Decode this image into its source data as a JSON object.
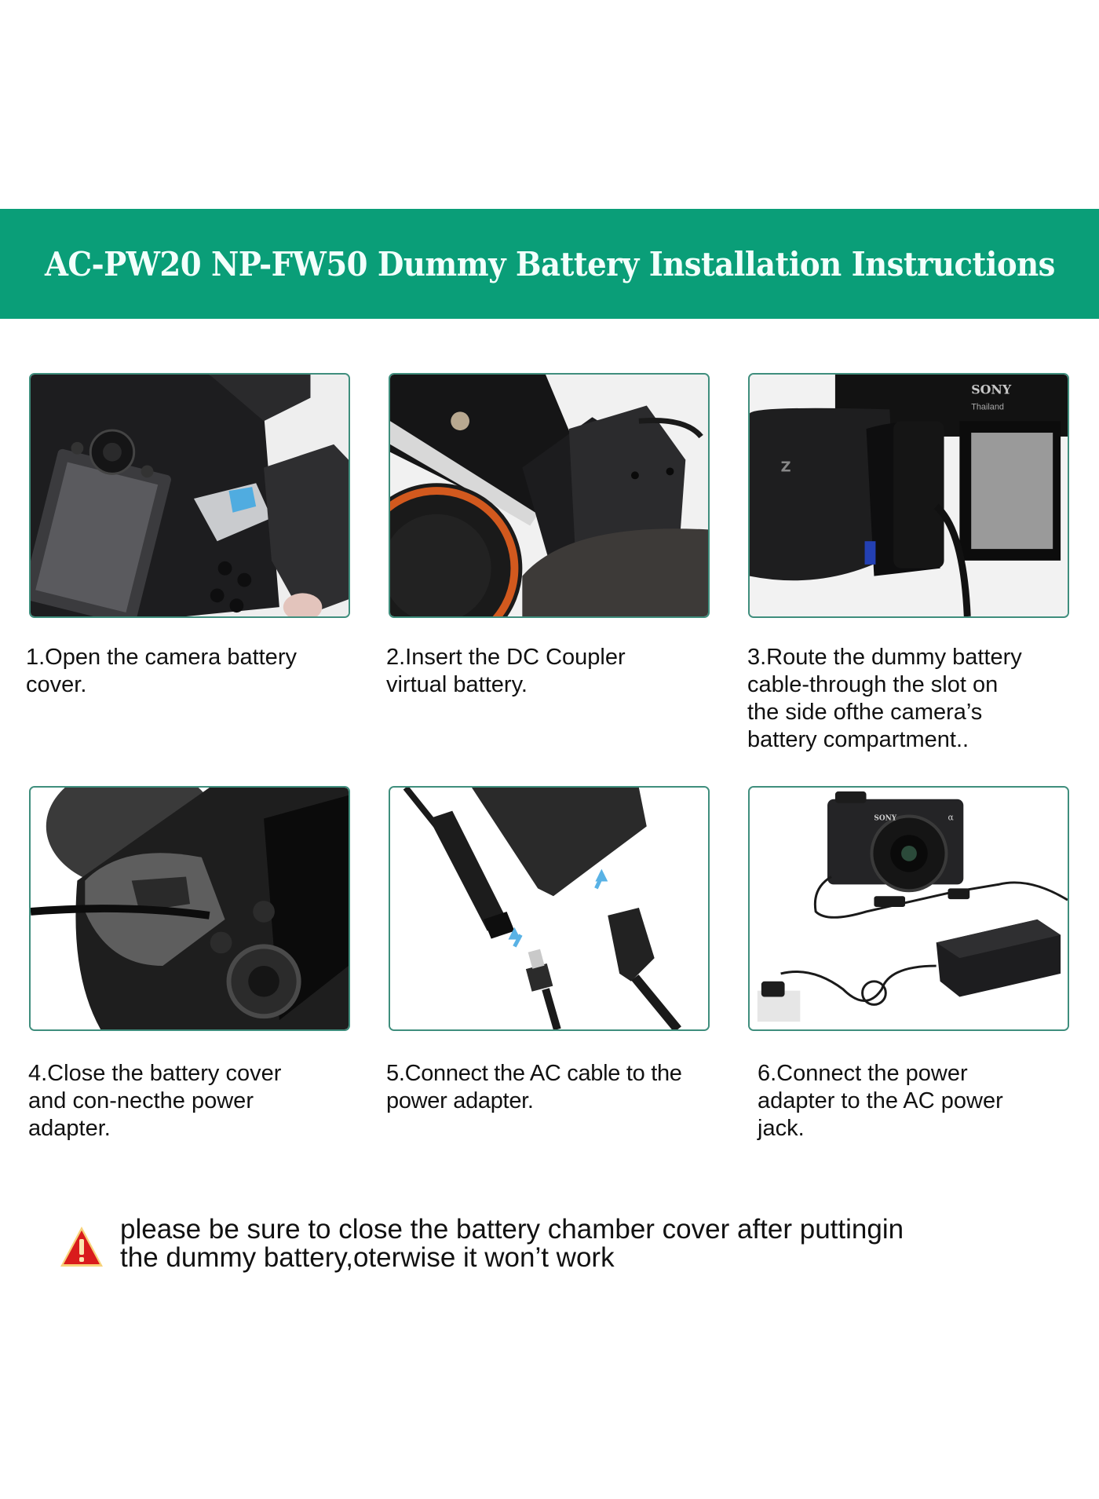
{
  "banner": {
    "title": "AC-PW20 NP-FW50 Dummy Battery Installation Instructions",
    "background_color": "#0a9e78",
    "text_color": "#f2fffb"
  },
  "panel_border_color": "#3f8e7d",
  "steps": [
    {
      "number": 1,
      "text": "1.Open the  camera battery\ncover.",
      "image": "camera-battery-cover-open-photo"
    },
    {
      "number": 2,
      "text": "2.Insert the DC Coupler\n virtual battery.",
      "image": "dc-coupler-inserted-photo"
    },
    {
      "number": 3,
      "text": "3.Route the dummy battery\n cable-through the slot on\n the side ofthe camera’s\n battery compartment..",
      "image": "cable-through-slot-photo"
    },
    {
      "number": 4,
      "text": "4.Close the battery cover\nand con-necthe power\nadapter.",
      "image": "battery-cover-closed-photo"
    },
    {
      "number": 5,
      "text": "5.Connect the AC cable to the\n power adapter.",
      "image": "ac-cable-adapter-photo"
    },
    {
      "number": 6,
      "text": "6.Connect the power\nadapter to the AC power\njack.",
      "image": "camera-adapter-wall-photo"
    }
  ],
  "photo_labels": {
    "step3_brand": "SONY",
    "step3_origin": "Thailand",
    "step6_brand": "SONY",
    "step6_alpha": "α"
  },
  "warning": {
    "icon": "warning-triangle-icon",
    "text": "please be sure to close the battery chamber cover after puttingin\nthe dummy battery,oterwise it won’t work",
    "icon_color": "#d91c1c"
  }
}
